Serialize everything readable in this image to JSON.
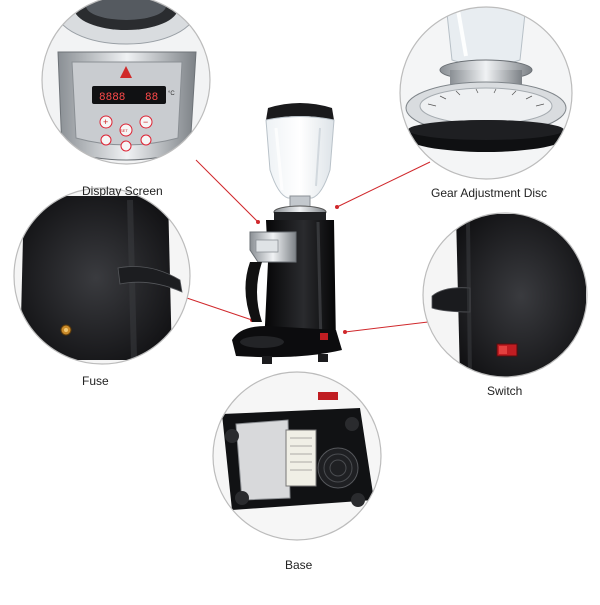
{
  "callouts": {
    "display_screen": "Display Screen",
    "gear_adjustment_disc": "Gear Adjustment Disc",
    "fuse": "Fuse",
    "switch": "Switch",
    "base": "Base"
  },
  "panel_readout": {
    "left_digits": "8888",
    "right_digits": "88",
    "unit": "°C",
    "button_plus": "+",
    "button_minus": "−",
    "button_set": "SET"
  },
  "colors": {
    "leader_line": "#d0282c",
    "leader_dot": "#d0282c",
    "grinder_body": "#0d0d0f",
    "circle_border": "#bcbcbc",
    "label_text": "#222222"
  }
}
